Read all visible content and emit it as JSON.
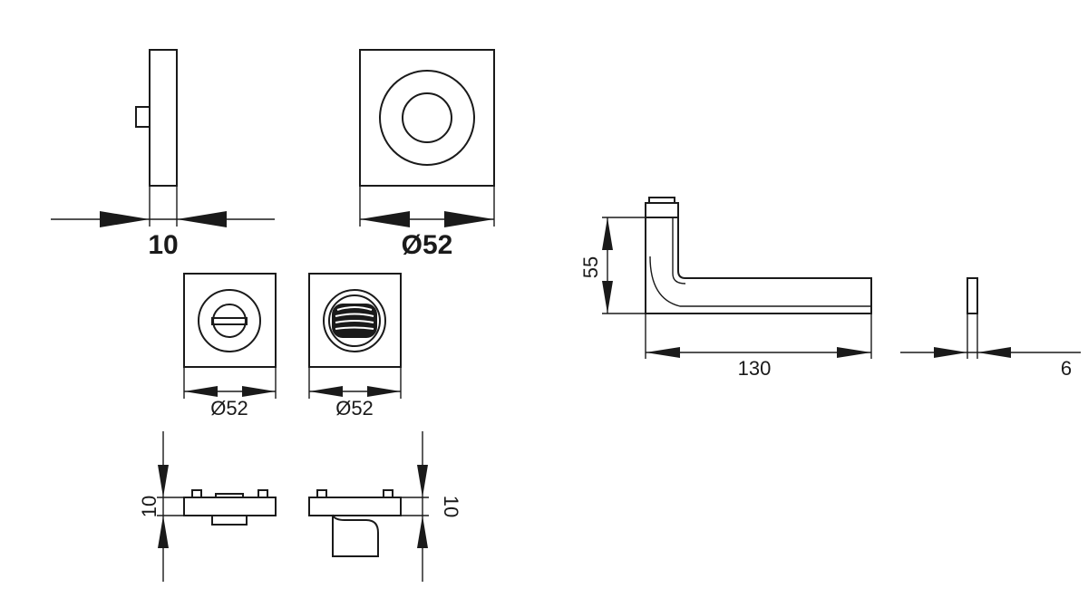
{
  "dimensions": {
    "rose_thickness": "10",
    "rose_size": "Ø52",
    "wc_rose_size": "Ø52",
    "turn_rose_size": "Ø52",
    "wc_height": "10",
    "turn_height": "10",
    "lever_height": "55",
    "lever_length": "130",
    "lever_thickness": "6"
  },
  "colors": {
    "line": "#1a1a1a",
    "background": "#ffffff"
  }
}
